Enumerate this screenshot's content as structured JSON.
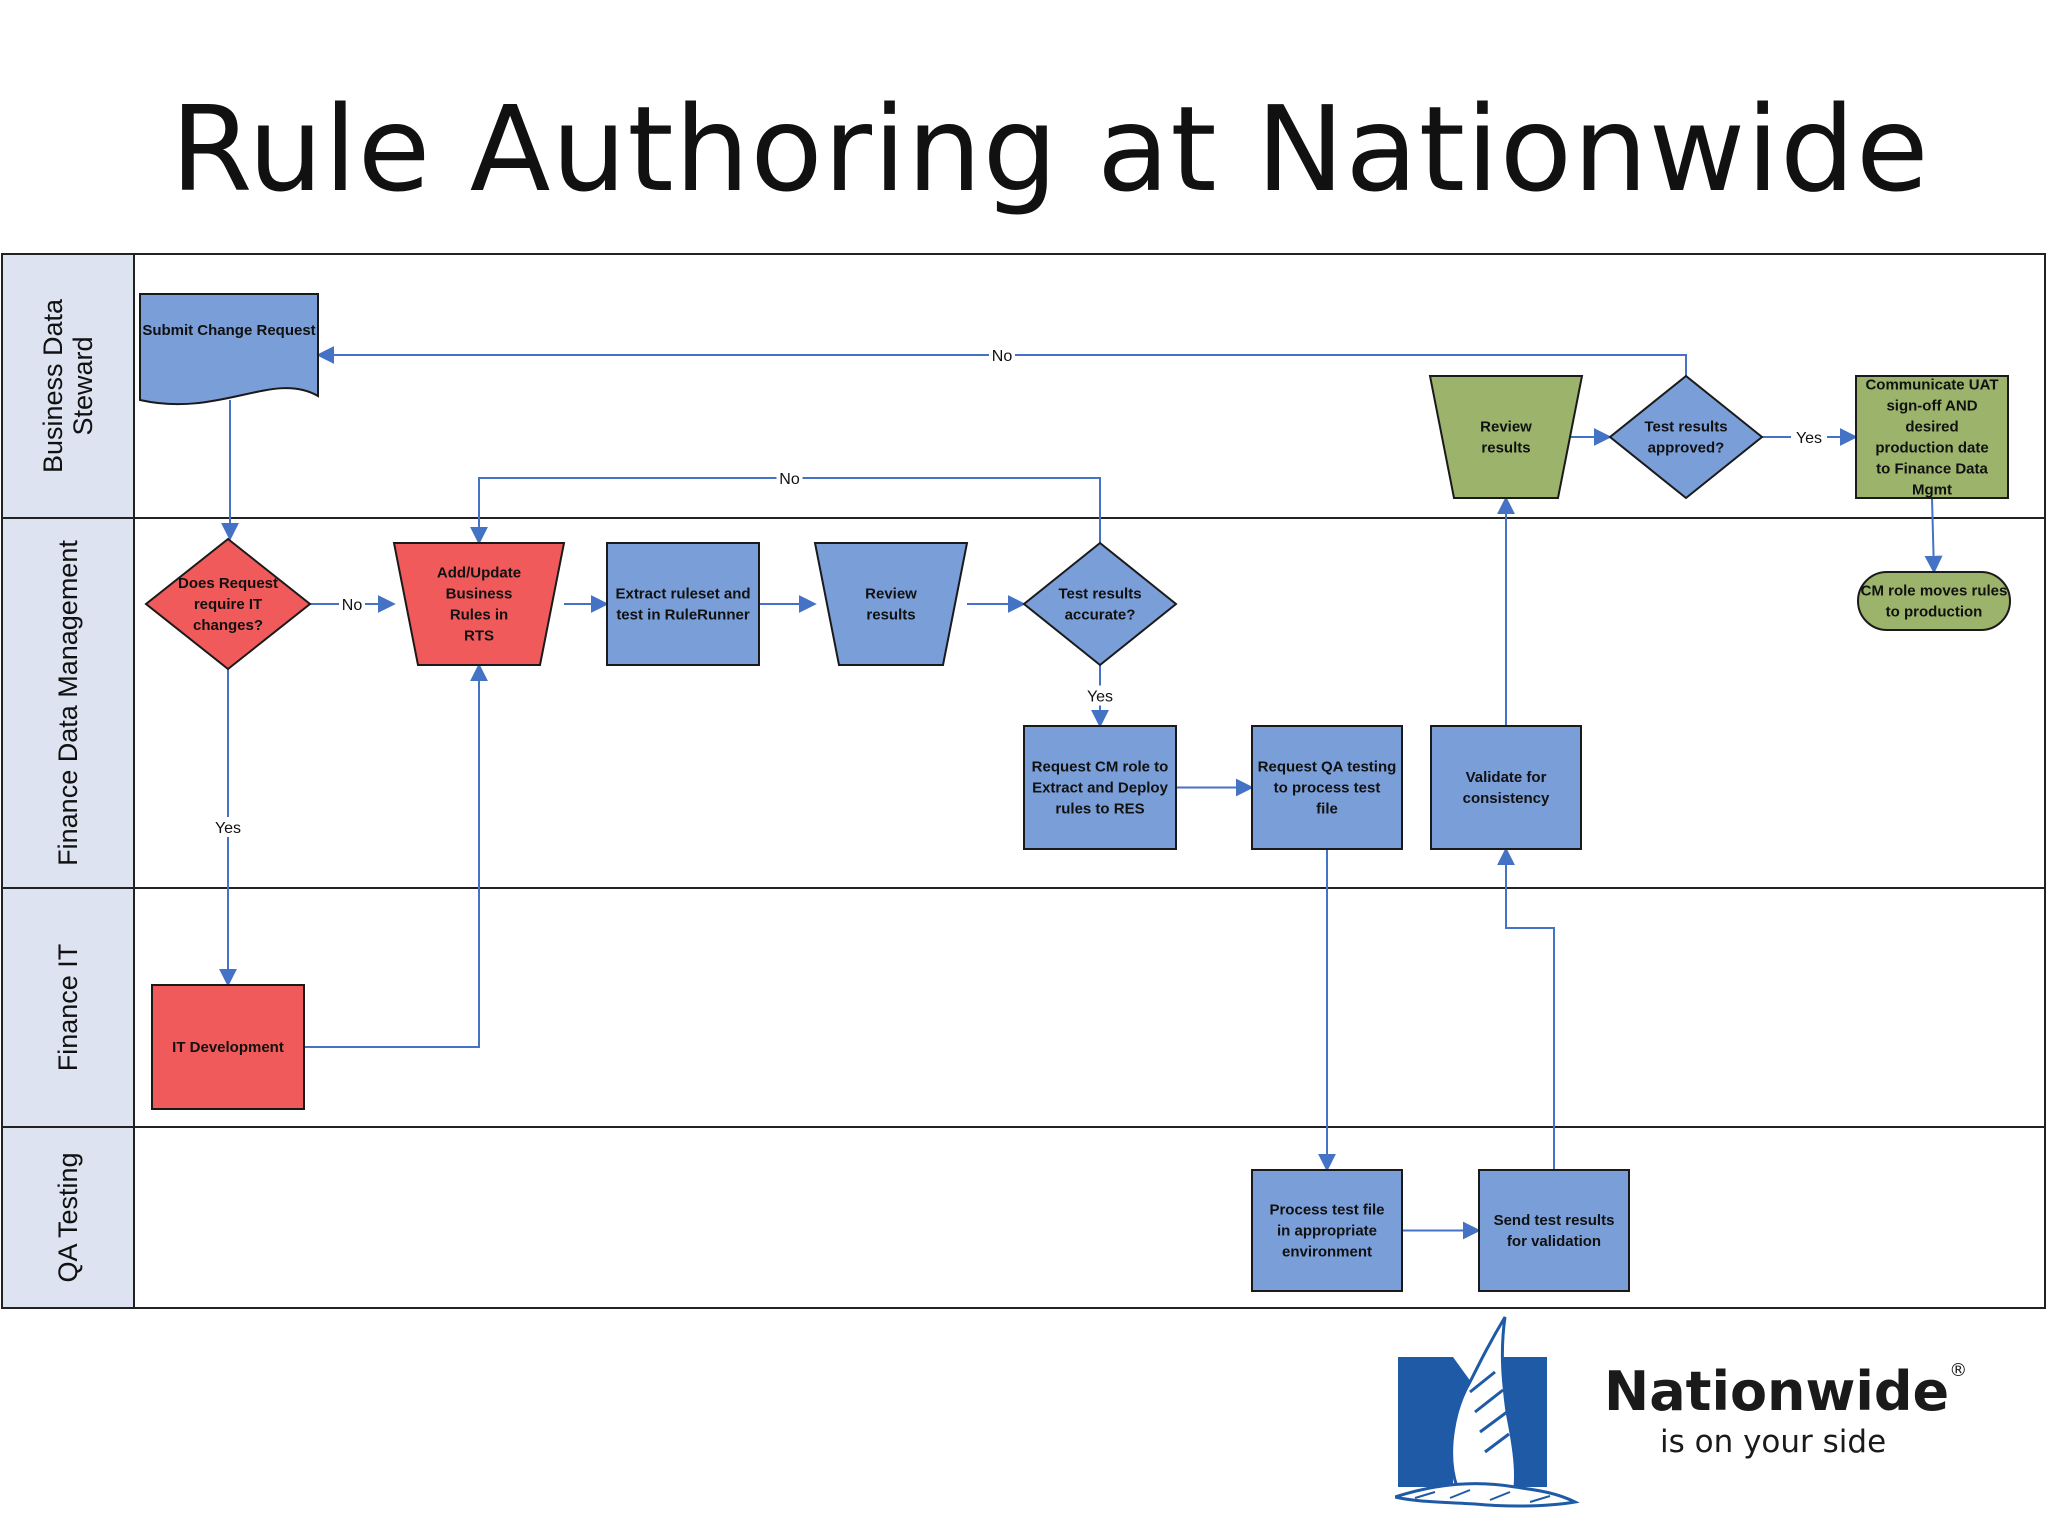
{
  "title": "Rule Authoring at Nationwide",
  "lanes": [
    {
      "id": "bds",
      "label": "Business Data Steward"
    },
    {
      "id": "fdm",
      "label": "Finance Data Management"
    },
    {
      "id": "fit",
      "label": "Finance IT"
    },
    {
      "id": "qa",
      "label": "QA Testing"
    }
  ],
  "nodes": [
    {
      "id": "submit",
      "label": "Submit Change Request",
      "shape": "document",
      "color": "blue"
    },
    {
      "id": "review1",
      "label": "Review results",
      "shape": "trapezoid",
      "color": "green"
    },
    {
      "id": "approved",
      "label": "Test results approved?",
      "shape": "diamond",
      "color": "blue"
    },
    {
      "id": "communicate",
      "label": "Communicate UAT sign-off  AND desired production date to Finance Data Mgmt",
      "shape": "rect",
      "color": "green"
    },
    {
      "id": "doesreq",
      "label": "Does Request require IT changes?",
      "shape": "diamond",
      "color": "red"
    },
    {
      "id": "addupdate",
      "label": "Add/Update Business Rules in RTS",
      "shape": "trapezoid",
      "color": "red"
    },
    {
      "id": "extract",
      "label": "Extract ruleset and test in RuleRunner",
      "shape": "rect",
      "color": "blue"
    },
    {
      "id": "review2",
      "label": "Review results",
      "shape": "trapezoid",
      "color": "blue"
    },
    {
      "id": "accurate",
      "label": "Test results accurate?",
      "shape": "diamond",
      "color": "blue"
    },
    {
      "id": "cmrole",
      "label": "CM role moves rules to production",
      "shape": "terminator",
      "color": "green"
    },
    {
      "id": "requestcm",
      "label": "Request CM role to Extract and Deploy rules to RES",
      "shape": "rect",
      "color": "blue"
    },
    {
      "id": "requestqa",
      "label": "Request QA testing to process test file",
      "shape": "rect",
      "color": "blue"
    },
    {
      "id": "validate",
      "label": "Validate for consistency",
      "shape": "rect",
      "color": "blue"
    },
    {
      "id": "itdev",
      "label": "IT Development",
      "shape": "rect",
      "color": "red"
    },
    {
      "id": "process",
      "label": "Process test file in appropriate environment",
      "shape": "rect",
      "color": "blue"
    },
    {
      "id": "sendtest",
      "label": "Send test results for validation",
      "shape": "rect",
      "color": "blue"
    }
  ],
  "edges": [
    {
      "from": "submit",
      "to": "doesreq",
      "label": ""
    },
    {
      "from": "doesreq",
      "to": "addupdate",
      "label": "No"
    },
    {
      "from": "doesreq",
      "to": "itdev",
      "label": "Yes"
    },
    {
      "from": "itdev",
      "to": "addupdate",
      "label": ""
    },
    {
      "from": "addupdate",
      "to": "extract",
      "label": ""
    },
    {
      "from": "extract",
      "to": "review2",
      "label": ""
    },
    {
      "from": "review2",
      "to": "accurate",
      "label": ""
    },
    {
      "from": "accurate",
      "to": "addupdate",
      "label": "No"
    },
    {
      "from": "accurate",
      "to": "requestcm",
      "label": "Yes"
    },
    {
      "from": "requestcm",
      "to": "requestqa",
      "label": ""
    },
    {
      "from": "requestqa",
      "to": "process",
      "label": ""
    },
    {
      "from": "process",
      "to": "sendtest",
      "label": ""
    },
    {
      "from": "sendtest",
      "to": "validate",
      "label": ""
    },
    {
      "from": "validate",
      "to": "review1",
      "label": ""
    },
    {
      "from": "review1",
      "to": "approved",
      "label": ""
    },
    {
      "from": "approved",
      "to": "submit",
      "label": "No"
    },
    {
      "from": "approved",
      "to": "communicate",
      "label": "Yes"
    },
    {
      "from": "communicate",
      "to": "cmrole",
      "label": ""
    }
  ],
  "colors": {
    "blue": "#7a9ed8",
    "red": "#f05a5a",
    "green": "#9bb36b",
    "connector": "#4472c4",
    "lane_header": "#dde3f0",
    "logo_blue": "#1f5aa6"
  },
  "logo": {
    "name": "Nationwide",
    "tagline": "is on your side",
    "icon": "eagle-n-logo-icon"
  }
}
